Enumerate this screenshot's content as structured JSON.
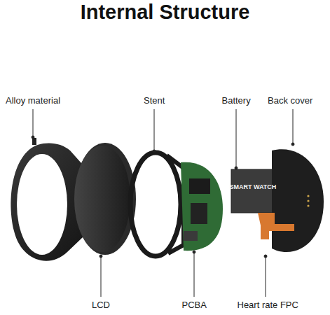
{
  "diagram": {
    "title": "Internal Structure",
    "labels": [
      "Alloy material",
      "Stent",
      "Battery",
      "Back cover",
      "SMART WATCH",
      "LCD",
      "PCBA",
      "Heart rate FPC"
    ]
  }
}
